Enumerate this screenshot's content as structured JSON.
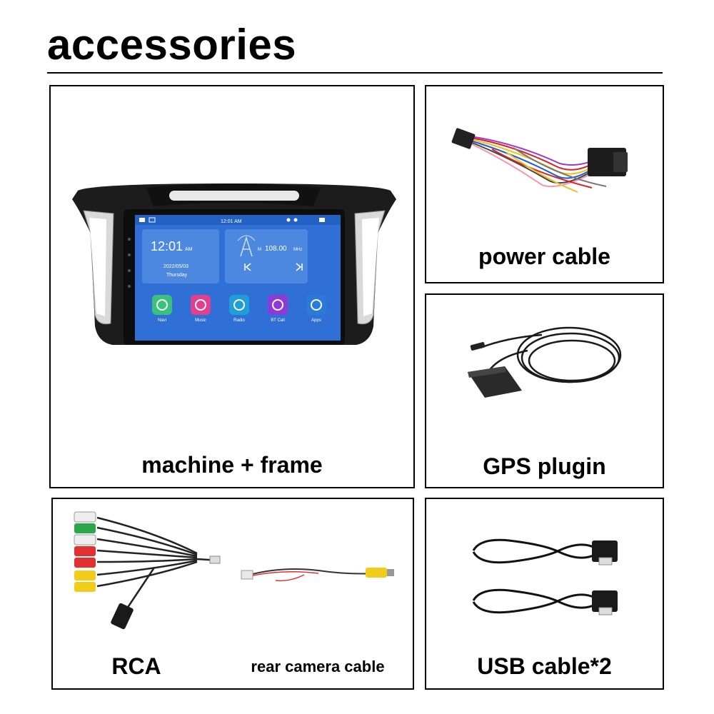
{
  "page": {
    "title": "accessories"
  },
  "items": {
    "machine": {
      "label": "machine + frame"
    },
    "power": {
      "label": "power cable"
    },
    "gps": {
      "label": "GPS plugin"
    },
    "rca": {
      "label": "RCA"
    },
    "rear_camera": {
      "label": "rear camera cable"
    },
    "usb": {
      "label": "USB cable*2"
    }
  },
  "screen": {
    "status_time": "12:01 AM",
    "clock_time": "12:01",
    "clock_ampm": "AM",
    "date": "2022/05/03",
    "weekday": "Thursday",
    "radio_band": "M",
    "radio_freq": "108.00",
    "radio_unit": "MHz",
    "apps": [
      {
        "label": "Navi",
        "icon": "map-pin-icon",
        "color": "#3bc27a"
      },
      {
        "label": "Music",
        "icon": "music-note-icon",
        "color": "#e2408f"
      },
      {
        "label": "Radio",
        "icon": "radio-icon",
        "color": "#1f9fd8"
      },
      {
        "label": "BT Call",
        "icon": "bluetooth-icon",
        "color": "#8e3ad6"
      },
      {
        "label": "Apps",
        "icon": "apps-grid-icon",
        "color": "#2a7bd8"
      }
    ]
  },
  "colors": {
    "border": "#000000",
    "screen_bg": "#2f6fd6",
    "frame": "#1c1c1c"
  }
}
